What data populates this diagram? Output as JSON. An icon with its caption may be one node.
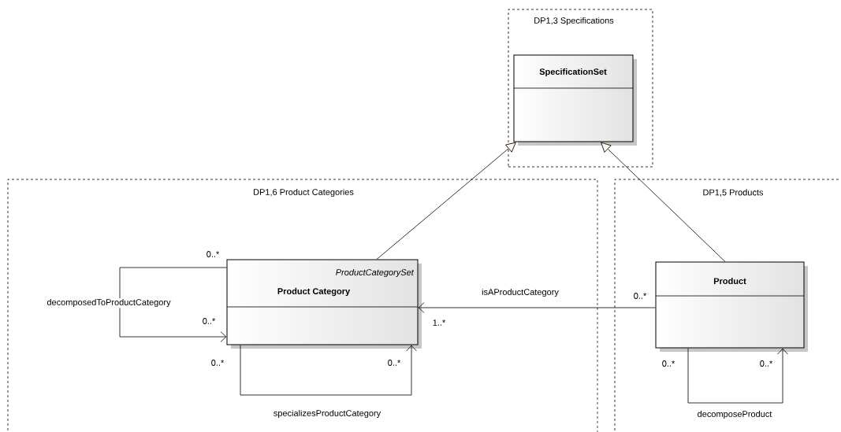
{
  "diagram": {
    "nodes": [
      {
        "text": [
          "DP1,3 Specifications"
        ]
      },
      {
        "text": [
          "SpecificationSet"
        ],
        "in": 0
      },
      {
        "text": [
          "DP1,6 Product Categories"
        ]
      },
      {
        "text": [
          "ProductCategorySet",
          "Product Category"
        ],
        "in": 2
      },
      {
        "text": [
          "DP1,5 Products"
        ]
      },
      {
        "text": [
          "Product"
        ],
        "in": 4
      }
    ],
    "edges": [
      {
        "from": 3,
        "to": 1,
        "arrow": "to"
      },
      {
        "from": 5,
        "to": 1,
        "arrow": "to"
      },
      {
        "from": 5,
        "to": 3,
        "arrow": "to",
        "label": "isAProductCategory"
      },
      {
        "from": 3,
        "to": 3,
        "arrow": "to",
        "label": "decomposedToProductCategory"
      },
      {
        "from": 3,
        "to": 3,
        "arrow": "to",
        "label": "specializesProductCategory"
      },
      {
        "from": 5,
        "to": 5,
        "arrow": "to",
        "label": "decomposeProduct"
      }
    ],
    "labels": [
      "0..*",
      "0..*",
      "0..*",
      "1..*",
      "0..*",
      "0..*",
      "0..*",
      "0..*"
    ]
  }
}
